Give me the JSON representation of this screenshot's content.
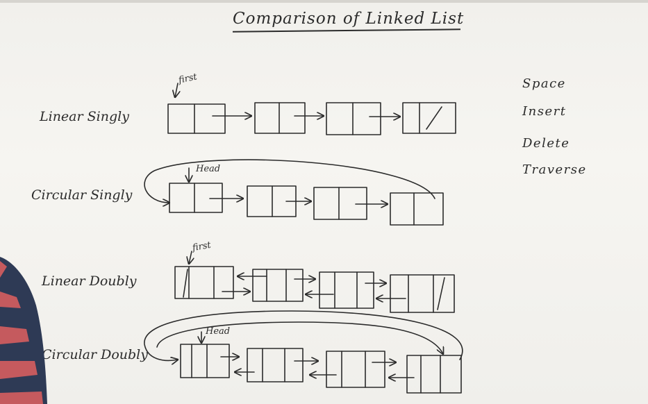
{
  "title": "Comparison of Linked List",
  "rows": [
    {
      "label": "Linear Singly",
      "pointer": "first"
    },
    {
      "label": "Circular Singly",
      "pointer": "Head"
    },
    {
      "label": "Linear Doubly",
      "pointer": "first"
    },
    {
      "label": "Circular Doubly",
      "pointer": "Head"
    }
  ],
  "criteria": [
    "Space",
    "Insert",
    "Delete",
    "Traverse"
  ],
  "colors": {
    "ink": "#2b2b2b",
    "board": "#f3f2ee"
  }
}
